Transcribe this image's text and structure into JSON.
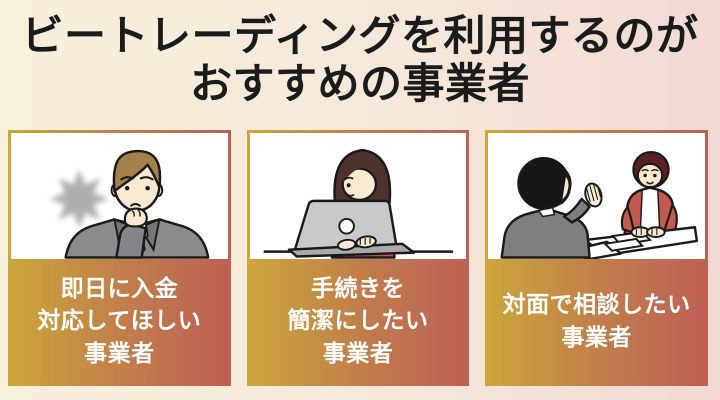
{
  "page": {
    "title_line1": "ビートレーディングを利用するのが",
    "title_line2": "おすすめの事業者",
    "title_text_color": "#1b1b1b",
    "background_left_color": "#f7f0db",
    "background_right_color": "#f2d9d4",
    "card_gradient_left": "#cca73c",
    "card_gradient_right": "#bd6055",
    "label_text_color": "#ffffff"
  },
  "cards": [
    {
      "name": "same-day-payment",
      "illustration": "worried-businessman-illustration",
      "label_lines": [
        "即日に入金",
        "対応してほしい",
        "事業者"
      ]
    },
    {
      "name": "simple-procedure",
      "illustration": "woman-typing-on-laptop-illustration",
      "label_lines": [
        "手続きを",
        "簡潔にしたい",
        "事業者"
      ]
    },
    {
      "name": "face-to-face-consultation",
      "illustration": "business-meeting-illustration",
      "label_lines": [
        "対面で相談したい",
        "事業者"
      ]
    }
  ]
}
